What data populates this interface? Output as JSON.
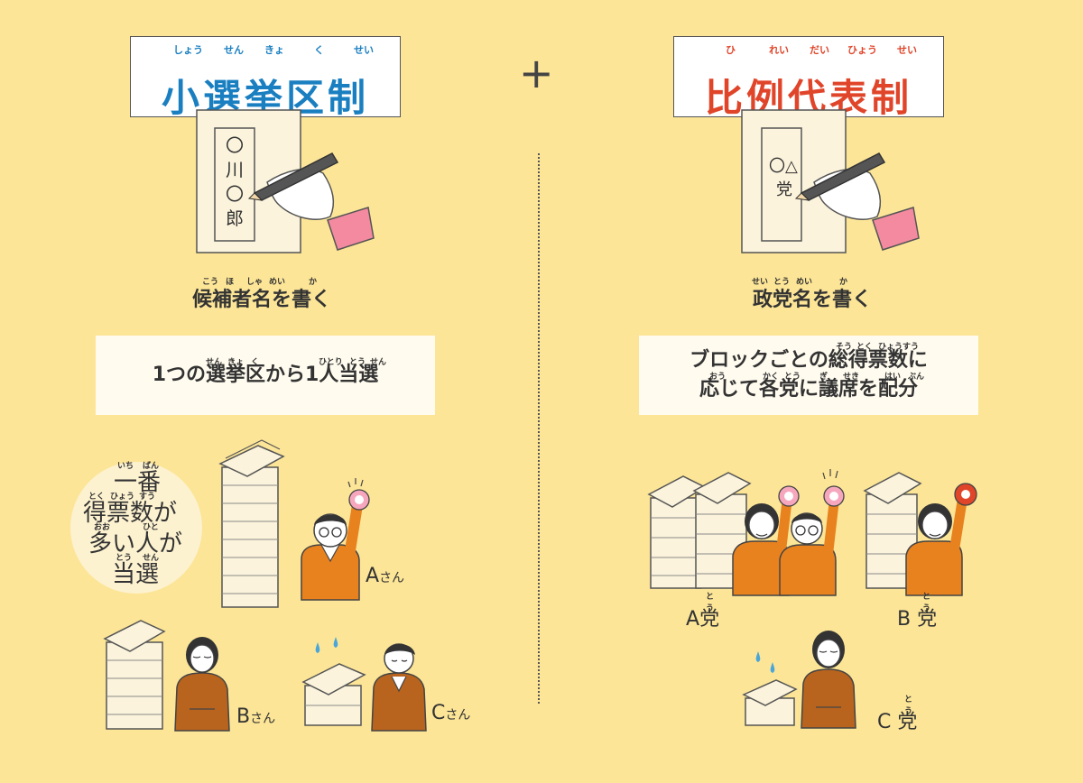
{
  "left": {
    "title": "小選挙区制",
    "title_ruby": [
      "しょう",
      "せん",
      "きょ",
      "く",
      "せい"
    ],
    "ballot_text": [
      "〇",
      "川",
      "〇",
      "郎"
    ],
    "caption": "候補者名を書く",
    "caption_ruby": [
      "こう",
      "ほ",
      "しゃ",
      "めい",
      "か"
    ],
    "rule": "1つの選挙区から1人当選",
    "rule_ruby": [
      "せん",
      "きょ",
      "く",
      "ひとり",
      "とう",
      "せん"
    ],
    "circle_text": [
      "一番",
      "得票数が",
      "多い人が",
      "当選"
    ],
    "circle_ruby": [
      "いち",
      "ばん",
      "とく",
      "ひょう",
      "すう",
      "おお",
      "ひと",
      "とう",
      "せん"
    ],
    "person_a": "A",
    "person_a_suffix": "さん",
    "person_b": "B",
    "person_b_suffix": "さん",
    "person_c": "C",
    "person_c_suffix": "さん"
  },
  "plus": "+",
  "right": {
    "title": "比例代表制",
    "title_ruby": [
      "ひ",
      "れい",
      "だい",
      "ひょう",
      "せい"
    ],
    "ballot_text": [
      "〇",
      "△",
      "党"
    ],
    "caption": "政党名を書く",
    "caption_ruby": [
      "せい",
      "とう",
      "めい",
      "か"
    ],
    "rule_line1": "ブロックごとの総得票数に",
    "rule_line2": "応じて各党に議席を配分",
    "rule_ruby": [
      "そう",
      "とく",
      "ひょう",
      "すう",
      "おう",
      "かく",
      "とう",
      "ぎ",
      "せき",
      "はい",
      "ぶん"
    ],
    "party_a": "A",
    "party_a_suffix": "党",
    "party_b": "B",
    "party_b_suffix": "党",
    "party_c": "C",
    "party_c_suffix": "党",
    "party_ruby": "とう"
  },
  "colors": {
    "background": "#fce597",
    "left_title": "#1a7fc0",
    "right_title": "#e0452a",
    "orange_shirt": "#e8821f",
    "brown_shirt": "#b8641e",
    "sleeve": "#f48aa0",
    "paper": "#fbf3dc"
  }
}
